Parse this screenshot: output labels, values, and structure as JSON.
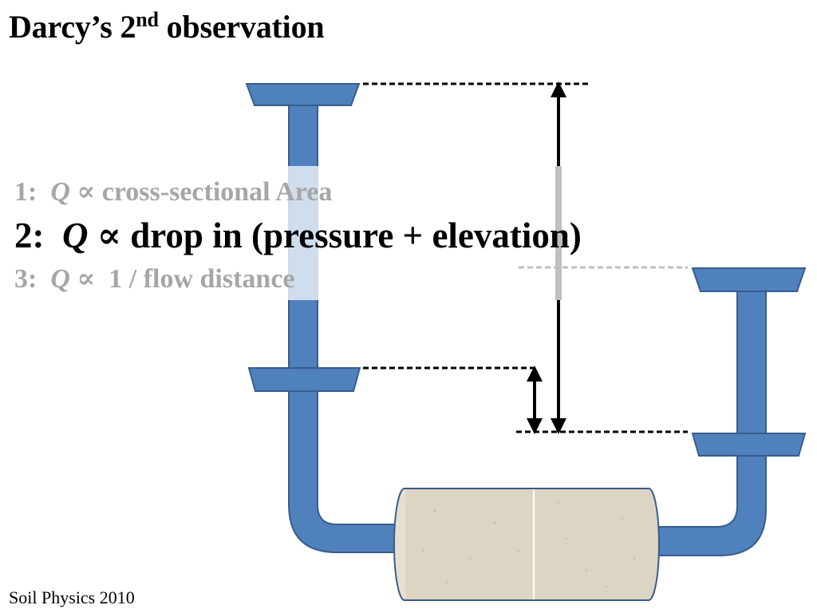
{
  "slide": {
    "title": {
      "prefix": "Darcy’s 2",
      "superscript": "nd",
      "suffix": " observation"
    },
    "observations": [
      {
        "number": "1:",
        "variable": "Q",
        "relation": "∝",
        "text": "cross-sectional Area",
        "emphasized": false
      },
      {
        "number": "2:",
        "variable": "Q",
        "relation": "∝",
        "text": "drop in (pressure + elevation)",
        "emphasized": true
      },
      {
        "number": "3:",
        "variable": "Q",
        "relation": "∝",
        "text": "1 / flow distance",
        "emphasized": false
      }
    ],
    "footer": "Soil Physics 2010"
  },
  "diagram": {
    "pipe_color": "#4f81bd",
    "pipe_edge_color": "#385d8a",
    "soil_color": "#ddd5c4",
    "highlight_color": "#dbe5f1"
  }
}
